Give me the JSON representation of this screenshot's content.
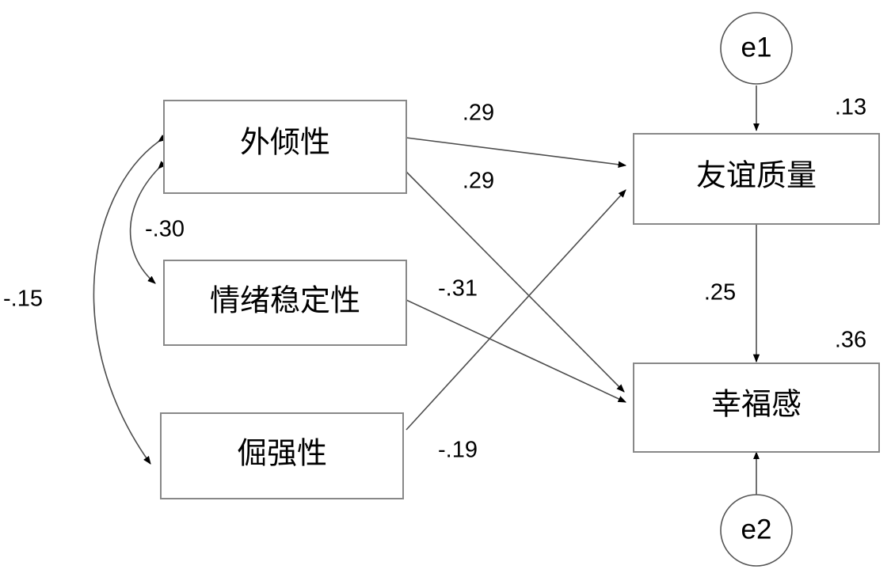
{
  "diagram": {
    "type": "structural-equation-model-path-diagram",
    "background": "#ffffff",
    "box_stroke": "#888888",
    "line_stroke": "#4d4d4d",
    "text_color": "#000000"
  },
  "nodes": {
    "predictors": [
      {
        "id": "extraversion",
        "label": "外倾性"
      },
      {
        "id": "emotional_stability",
        "label": "情绪稳定性"
      },
      {
        "id": "stubbornness",
        "label": "倔强性"
      }
    ],
    "outcomes": [
      {
        "id": "friendship_quality",
        "label": "友谊质量",
        "r2": ".13"
      },
      {
        "id": "wellbeing",
        "label": "幸福感",
        "r2": ".36"
      }
    ],
    "errors": [
      {
        "id": "e1",
        "label": "e1"
      },
      {
        "id": "e2",
        "label": "e2"
      }
    ]
  },
  "paths": [
    {
      "id": "extra-to-friendship",
      "from": "外倾性",
      "to": "友谊质量",
      "coefficient": ".29"
    },
    {
      "id": "extra-to-wellbeing",
      "from": "外倾性",
      "to": "幸福感",
      "coefficient": ".29"
    },
    {
      "id": "emotional-to-wellbeing",
      "from": "情绪稳定性",
      "to": "幸福感",
      "coefficient": "-.31"
    },
    {
      "id": "stubborn-to-friendship",
      "from": "倔强性",
      "to": "友谊质量",
      "coefficient": "-.19"
    },
    {
      "id": "friendship-to-wellbeing",
      "from": "友谊质量",
      "to": "幸福感",
      "coefficient": ".25"
    }
  ],
  "correlations": [
    {
      "id": "extra-emotional",
      "between": [
        "外倾性",
        "情绪稳定性"
      ],
      "coefficient": "-.30"
    },
    {
      "id": "extra-stubborn",
      "between": [
        "外倾性",
        "倔强性"
      ],
      "coefficient": "-.15"
    }
  ],
  "chart_data": {
    "type": "diagram",
    "title": "",
    "latent_variables": [
      "外倾性",
      "情绪稳定性",
      "倔强性",
      "友谊质量",
      "幸福感"
    ],
    "standardized_path_coefficients": [
      {
        "predictor": "外倾性",
        "outcome": "友谊质量",
        "value": 0.29
      },
      {
        "predictor": "外倾性",
        "outcome": "幸福感",
        "value": 0.29
      },
      {
        "predictor": "情绪稳定性",
        "outcome": "幸福感",
        "value": -0.31
      },
      {
        "predictor": "倔强性",
        "outcome": "友谊质量",
        "value": -0.19
      },
      {
        "predictor": "友谊质量",
        "outcome": "幸福感",
        "value": 0.25
      }
    ],
    "covariances": [
      {
        "pair": [
          "外倾性",
          "情绪稳定性"
        ],
        "value": -0.3
      },
      {
        "pair": [
          "外倾性",
          "倔强性"
        ],
        "value": -0.15
      }
    ],
    "explained_variance": [
      {
        "variable": "友谊质量",
        "r_squared": 0.13
      },
      {
        "variable": "幸福感",
        "r_squared": 0.36
      }
    ],
    "residual_terms": [
      "e1",
      "e2"
    ]
  }
}
